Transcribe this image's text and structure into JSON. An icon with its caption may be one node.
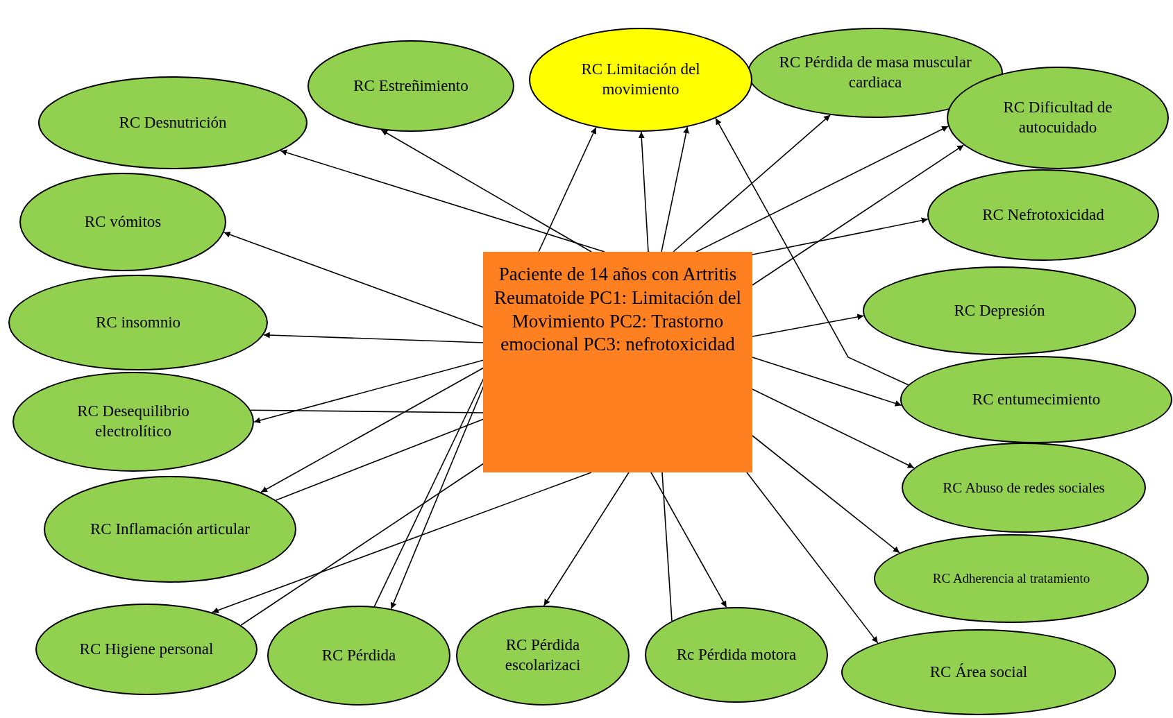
{
  "diagram": {
    "nodes": [
      {
        "text": [
          "RC Pérdida de masa muscular cardiaca"
        ]
      },
      {
        "text": [
          "RC Limitación del movimiento"
        ]
      },
      {
        "text": [
          "RC Estreñimiento"
        ]
      },
      {
        "text": [
          "RC Dificultad de autocuidado"
        ]
      },
      {
        "text": [
          "RC Desnutrición"
        ]
      },
      {
        "text": [
          "RC Nefrotoxicidad"
        ]
      },
      {
        "text": [
          "RC vómitos"
        ]
      },
      {
        "text": [
          "Paciente de 14 años con Artritis Reumatoide PC1: Limitación del Movimiento PC2: Trastorno emocional PC3: nefrotoxicidad"
        ]
      },
      {
        "text": [
          "RC Depresión"
        ]
      },
      {
        "text": [
          "RC insomnio"
        ]
      },
      {
        "text": [
          "RC entumecimiento"
        ]
      },
      {
        "text": [
          "RC Desequilibrio electrolítico"
        ]
      },
      {
        "text": [
          "RC Abuso de redes sociales"
        ]
      },
      {
        "text": [
          "RC Inflamación articular"
        ]
      },
      {
        "text": [
          "RC Adherencia al tratamiento"
        ]
      },
      {
        "text": [
          "RC Higiene personal"
        ]
      },
      {
        "text": [
          "RC Pérdida"
        ]
      },
      {
        "text": [
          "RC Pérdida escolarizaci"
        ]
      },
      {
        "text": [
          "Rc Pérdida motora"
        ]
      },
      {
        "text": [
          "RC Área social"
        ]
      }
    ],
    "edges": [
      {
        "from": 7,
        "to": 4,
        "arrow": "to"
      },
      {
        "from": 7,
        "to": 2,
        "arrow": "to"
      },
      {
        "from": 7,
        "to": 1,
        "arrow": "to"
      },
      {
        "from": 7,
        "to": 1,
        "arrow": "to"
      },
      {
        "from": 7,
        "to": 1,
        "arrow": "to"
      },
      {
        "from": 10,
        "to": 1,
        "arrow": "to"
      },
      {
        "from": 7,
        "to": 0,
        "arrow": "to"
      },
      {
        "from": 7,
        "to": 3,
        "arrow": "to"
      },
      {
        "from": 7,
        "to": 3,
        "arrow": "to"
      },
      {
        "from": 7,
        "to": 5,
        "arrow": "to"
      },
      {
        "from": 7,
        "to": 6,
        "arrow": "to"
      },
      {
        "from": 7,
        "to": 9,
        "arrow": "to"
      },
      {
        "from": 7,
        "to": 11,
        "arrow": "to"
      },
      {
        "from": 7,
        "to": 11,
        "arrow": "none"
      },
      {
        "from": 7,
        "to": 13,
        "arrow": "to"
      },
      {
        "from": 7,
        "to": 13,
        "arrow": "none"
      },
      {
        "from": 7,
        "to": 15,
        "arrow": "to"
      },
      {
        "from": 7,
        "to": 15,
        "arrow": "none"
      },
      {
        "from": 7,
        "to": 16,
        "arrow": "to"
      },
      {
        "from": 7,
        "to": 16,
        "arrow": "none"
      },
      {
        "from": 7,
        "to": 17,
        "arrow": "to"
      },
      {
        "from": 7,
        "to": 18,
        "arrow": "to"
      },
      {
        "from": 7,
        "to": 18,
        "arrow": "none"
      },
      {
        "from": 7,
        "to": 19,
        "arrow": "to"
      },
      {
        "from": 7,
        "to": 14,
        "arrow": "to"
      },
      {
        "from": 7,
        "to": 12,
        "arrow": "to"
      },
      {
        "from": 7,
        "to": 10,
        "arrow": "to"
      },
      {
        "from": 7,
        "to": 8,
        "arrow": "to"
      }
    ]
  }
}
